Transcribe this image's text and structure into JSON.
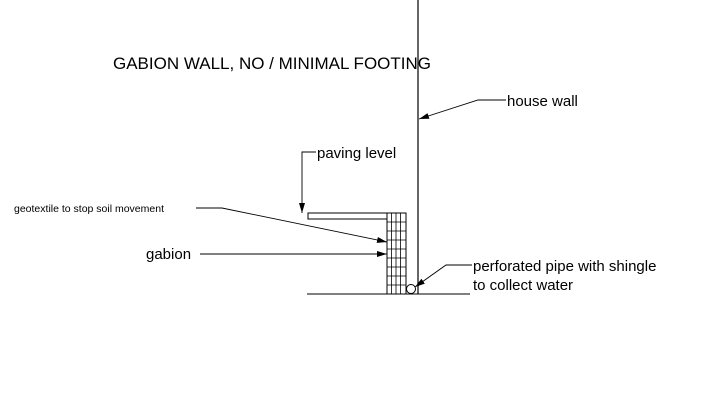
{
  "title": "GABION WALL, NO / MINIMAL FOOTING",
  "labels": {
    "house_wall": "house wall",
    "paving_level": "paving level",
    "geotextile": "geotextile to stop soil movement",
    "gabion": "gabion",
    "pipe_line1": "perforated pipe with shingle",
    "pipe_line2": "to collect water"
  },
  "colors": {
    "line": "#000000",
    "background": "#ffffff"
  }
}
